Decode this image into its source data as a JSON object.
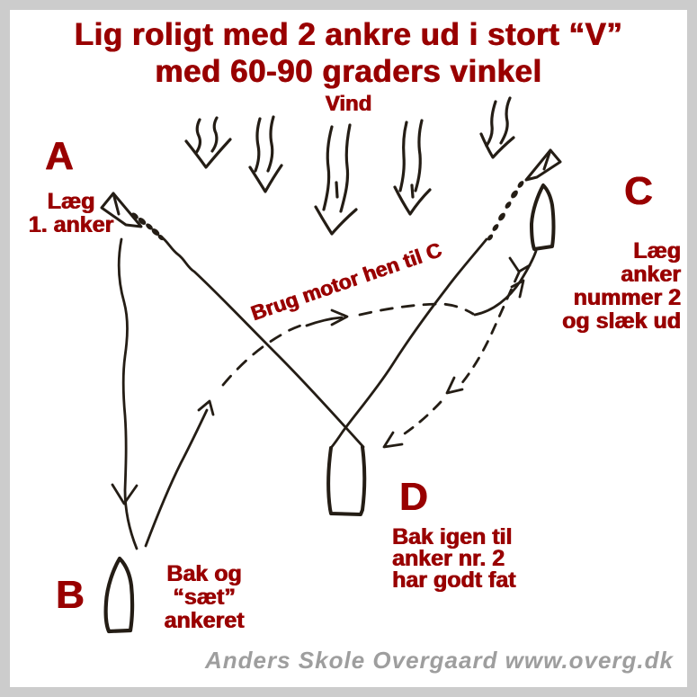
{
  "colors": {
    "frame": "#cccccc",
    "canvas": "#ffffff",
    "accent_red": "#990000",
    "ink": "#241d15",
    "credit_gray": "#9e9e9e"
  },
  "title": {
    "line1": "Lig roligt med 2 ankre ud i stort “V”",
    "line2": "med 60-90 graders vinkel"
  },
  "wind_label": "Vind",
  "motor_path_label": "Brug motor hen til C",
  "stations": {
    "a": {
      "letter": "A",
      "lines": [
        "Læg",
        "1. anker"
      ]
    },
    "b": {
      "letter": "B",
      "lines": [
        "Bak og",
        "“sæt”",
        "ankeret"
      ]
    },
    "c": {
      "letter": "C",
      "lines": [
        "Læg",
        "anker",
        "nummer 2",
        "og slæk ud"
      ]
    },
    "d": {
      "letter": "D",
      "lines": [
        "Bak igen til",
        "anker nr. 2",
        "har godt fat"
      ]
    }
  },
  "credit": "Anders Skole Overgaard www.overg.dk",
  "diagram": {
    "type": "hand-drawn anchoring instruction sketch",
    "elements": [
      "wind-arrows",
      "anchor-1",
      "anchor-1-chain",
      "anchor-2",
      "anchor-2-chain",
      "boat-at-b",
      "boat-at-c",
      "boat-at-d",
      "rope-anchor1-to-b",
      "rope-anchor1-to-d",
      "rope-anchor2-to-d",
      "motor-path-b-to-c",
      "reverse-path-c-to-d"
    ]
  }
}
